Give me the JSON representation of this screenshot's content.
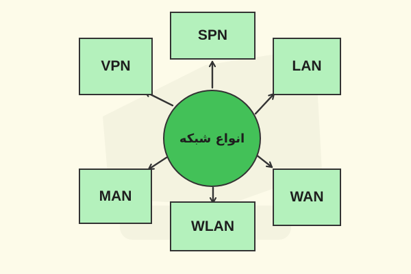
{
  "diagram": {
    "center": {
      "label": "انواع شبکه"
    },
    "nodes": [
      {
        "id": "spn",
        "label": "SPN"
      },
      {
        "id": "vpn",
        "label": "VPN"
      },
      {
        "id": "lan",
        "label": "LAN"
      },
      {
        "id": "man",
        "label": "MAN"
      },
      {
        "id": "wan",
        "label": "WAN"
      },
      {
        "id": "wlan",
        "label": "WLAN"
      }
    ]
  },
  "colors": {
    "background": "#fdfbe9",
    "node_fill": "#b4f1bc",
    "hub_fill": "#43c158",
    "stroke": "#333333"
  }
}
